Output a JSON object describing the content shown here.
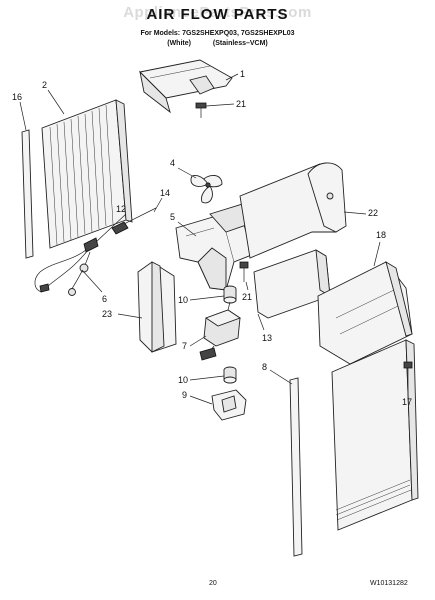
{
  "header": {
    "watermark": "AppliancePartsPros.com",
    "title": "AIR FLOW PARTS",
    "models": "For Models: 7GS2SHEXPQ03, 7GS2SHEXPL03",
    "variant_white": "(White)",
    "variant_stainless": "(Stainless–VCM)"
  },
  "callouts": [
    "1",
    "2",
    "4",
    "5",
    "6",
    "7",
    "8",
    "9",
    "10",
    "10",
    "12",
    "13",
    "14",
    "16",
    "17",
    "18",
    "21",
    "21",
    "22",
    "23"
  ],
  "footer": {
    "page": "20",
    "doc_id": "W10131282"
  }
}
